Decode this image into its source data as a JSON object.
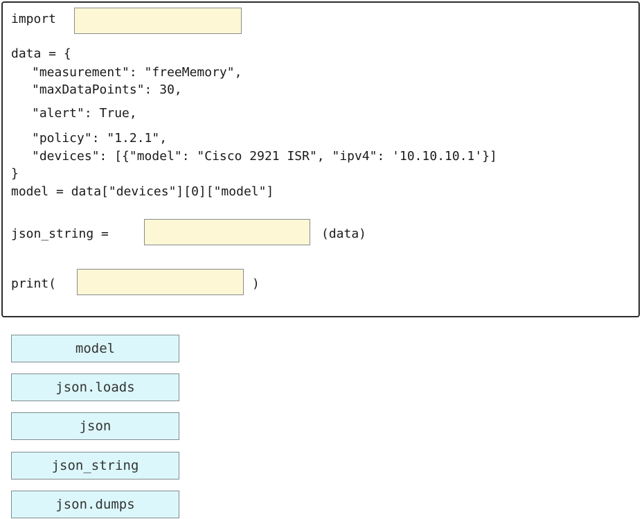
{
  "code": {
    "import_keyword": "import",
    "data_open": "data = {",
    "measurement_line": "\"measurement\": \"freeMemory\",",
    "max_points_line": "\"maxDataPoints\": 30,",
    "alert_line": "\"alert\": True,",
    "policy_line": "\"policy\": \"1.2.1\",",
    "devices_line": "\"devices\": [{\"model\": \"Cisco 2921 ISR\", \"ipv4\": '10.10.10.1'}]",
    "data_close": "}",
    "model_line": "model = data[\"devices\"][0][\"model\"]",
    "json_string_assign": "json_string =",
    "json_string_suffix": "(data)",
    "print_open": "print(",
    "print_close": ")"
  },
  "options": [
    {
      "label": "model"
    },
    {
      "label": "json.loads"
    },
    {
      "label": "json"
    },
    {
      "label": "json_string"
    },
    {
      "label": "json.dumps"
    }
  ]
}
